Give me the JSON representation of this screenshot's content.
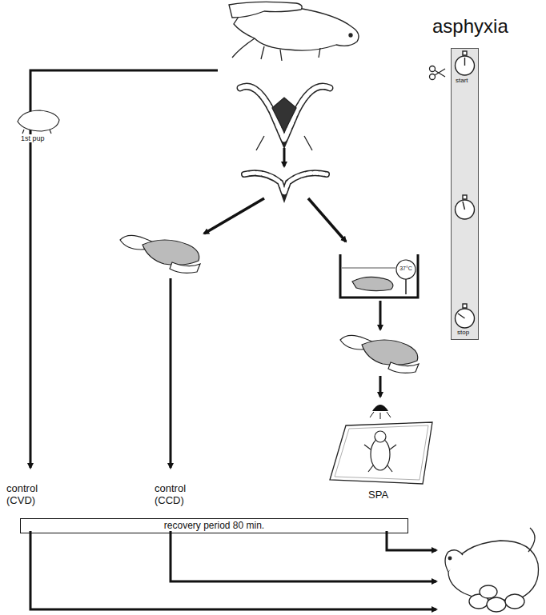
{
  "diagram": {
    "nodes": [
      {
        "text": [
          "asphyxia"
        ]
      },
      {
        "text": [
          "recovery period 80 min."
        ]
      }
    ],
    "labels": [
      "1st pup",
      "37°C",
      "start",
      "stop",
      "control (CVD)",
      "control (CCD)",
      "SPA"
    ]
  }
}
